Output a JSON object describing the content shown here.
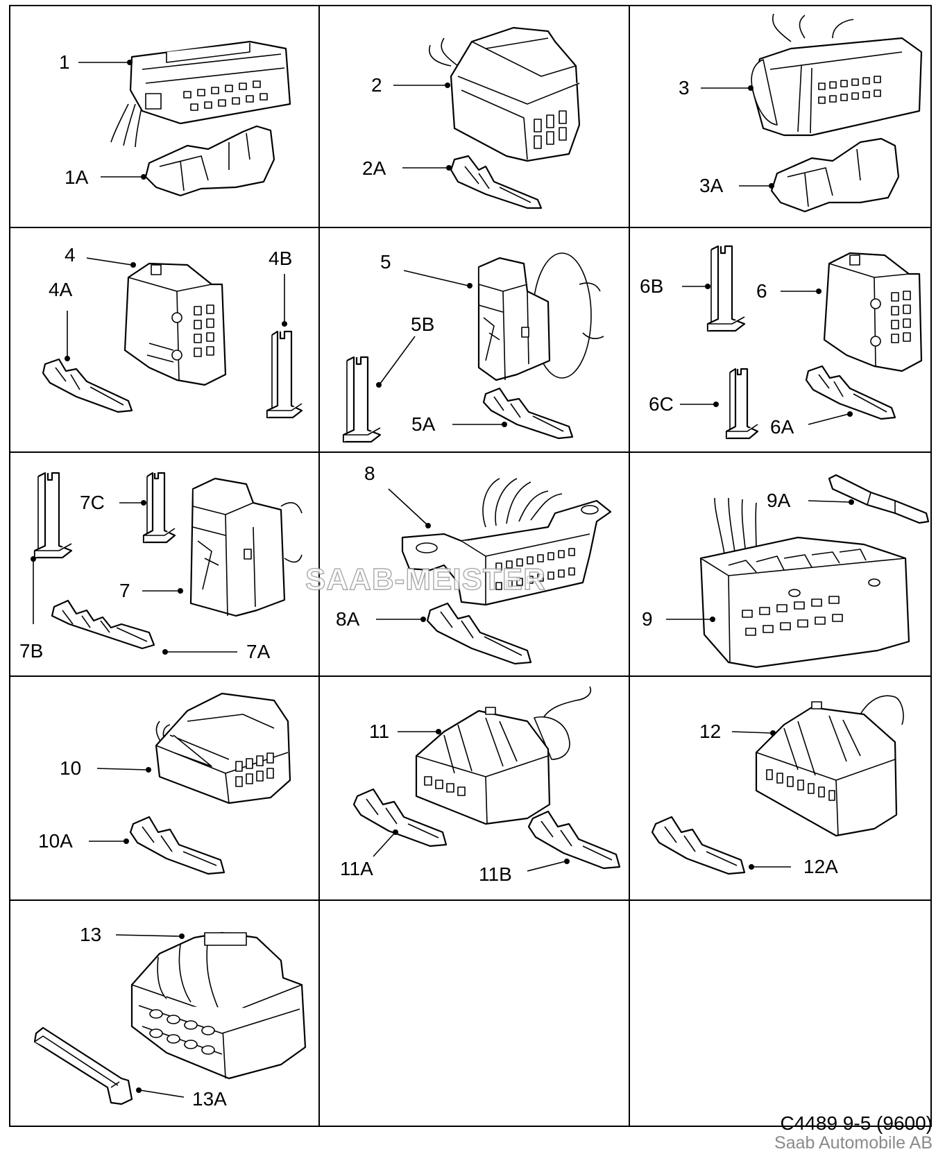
{
  "labels": {
    "c1": "1",
    "c1a": "1A",
    "c2": "2",
    "c2a": "2A",
    "c3": "3",
    "c3a": "3A",
    "c4": "4",
    "c4a": "4A",
    "c4b": "4B",
    "c5": "5",
    "c5a": "5A",
    "c5b": "5B",
    "c6": "6",
    "c6a": "6A",
    "c6b": "6B",
    "c6c": "6C",
    "c7": "7",
    "c7a": "7A",
    "c7b": "7B",
    "c7c": "7C",
    "c8": "8",
    "c8a": "8A",
    "c9": "9",
    "c9a": "9A",
    "c10": "10",
    "c10a": "10A",
    "c11": "11",
    "c11a": "11A",
    "c11b": "11B",
    "c12": "12",
    "c12a": "12A",
    "c13": "13",
    "c13a": "13A"
  },
  "watermark": "SAAB-MEISTER",
  "footer": {
    "code": "C4489 9-5 (9600)",
    "maker": "Saab Automobile AB"
  }
}
